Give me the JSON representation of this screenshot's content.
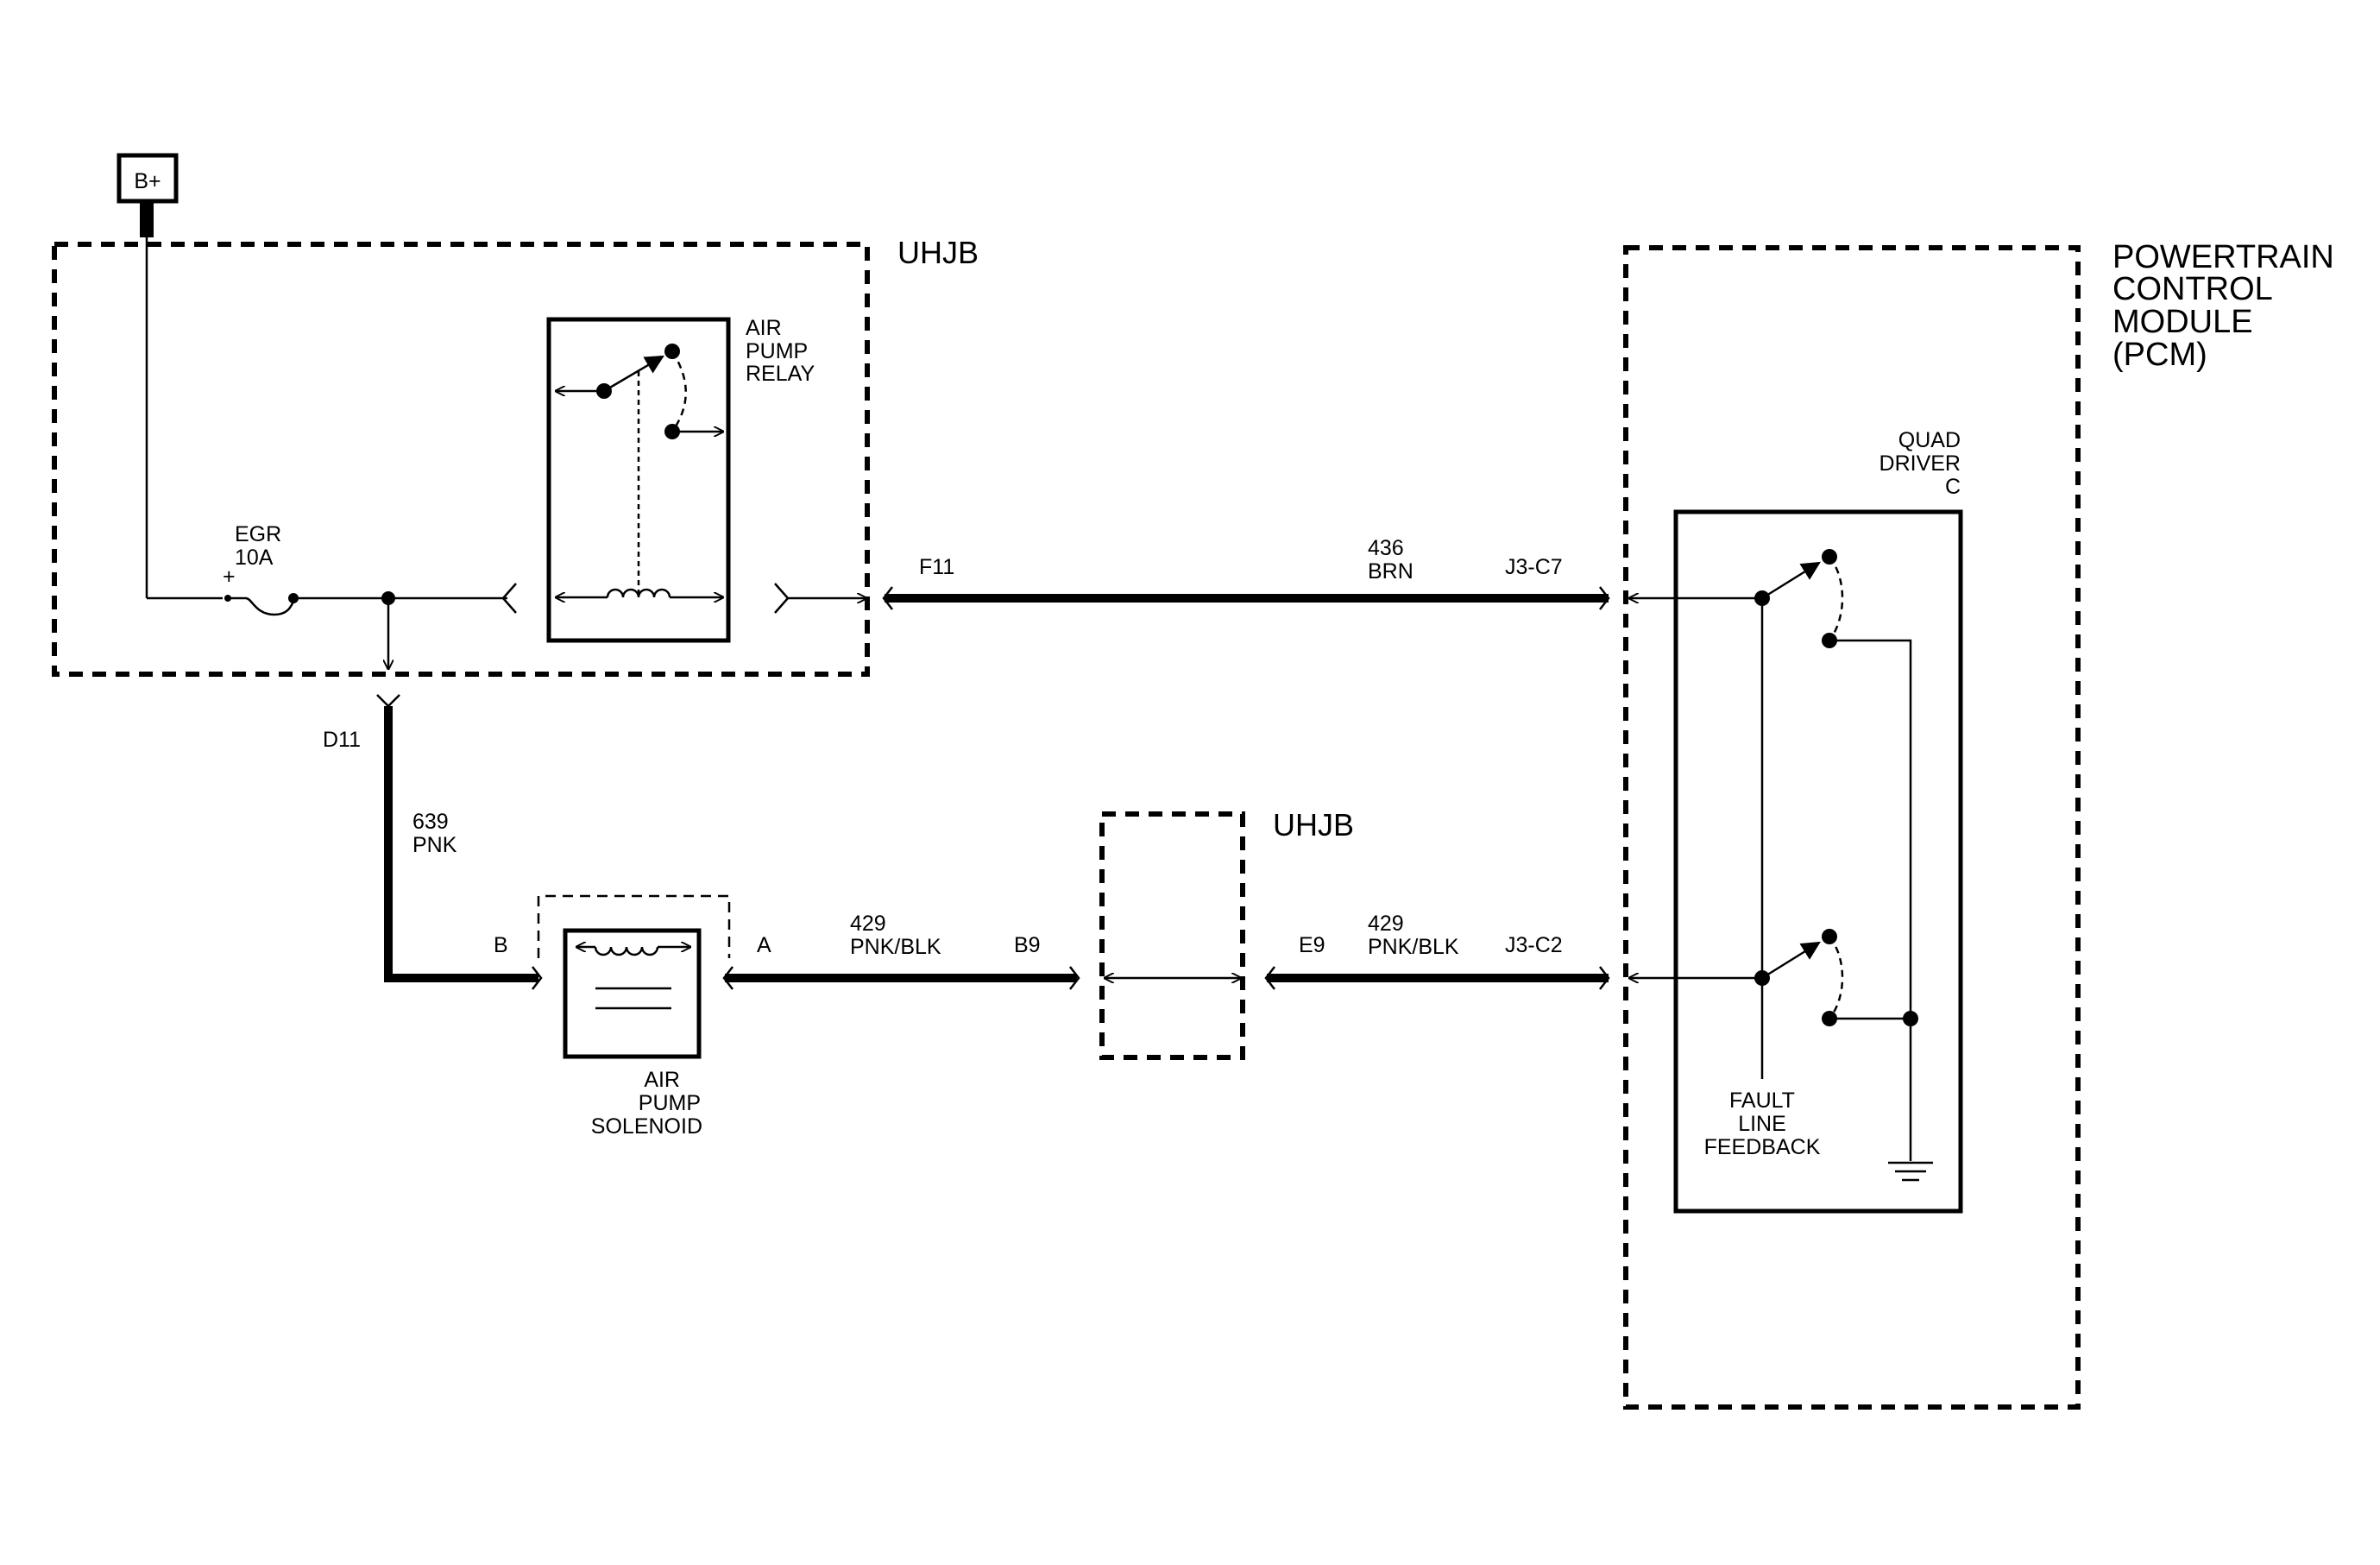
{
  "power": {
    "label": "B+"
  },
  "uhjb_top": {
    "label": "UHJB"
  },
  "uhjb_mid": {
    "label": "UHJB"
  },
  "fuse": {
    "name": "EGR",
    "rating": "10A",
    "polarity": "+"
  },
  "relay": {
    "line1": "AIR",
    "line2": "PUMP",
    "line3": "RELAY"
  },
  "pcm": {
    "line1": "POWERTRAIN",
    "line2": "CONTROL",
    "line3": "MODULE",
    "line4": "(PCM)"
  },
  "quad_driver": {
    "line1": "QUAD",
    "line2": "DRIVER",
    "line3": "C"
  },
  "fault": {
    "line1": "FAULT",
    "line2": "LINE",
    "line3": "FEEDBACK"
  },
  "solenoid": {
    "line1": "AIR",
    "line2": "PUMP",
    "line3": "SOLENOID"
  },
  "wire_top": {
    "from_pin": "F11",
    "circuit": "436",
    "color": "BRN",
    "to_pin": "J3-C7"
  },
  "wire_left": {
    "pin": "D11",
    "circuit": "639",
    "color": "PNK",
    "sol_pin": "B"
  },
  "wire_mid": {
    "sol_pin": "A",
    "circuit": "429",
    "color": "PNK/BLK",
    "uhjb_pin": "B9"
  },
  "wire_right": {
    "uhjb_pin": "E9",
    "circuit": "429",
    "color": "PNK/BLK",
    "to_pin": "J3-C2"
  }
}
